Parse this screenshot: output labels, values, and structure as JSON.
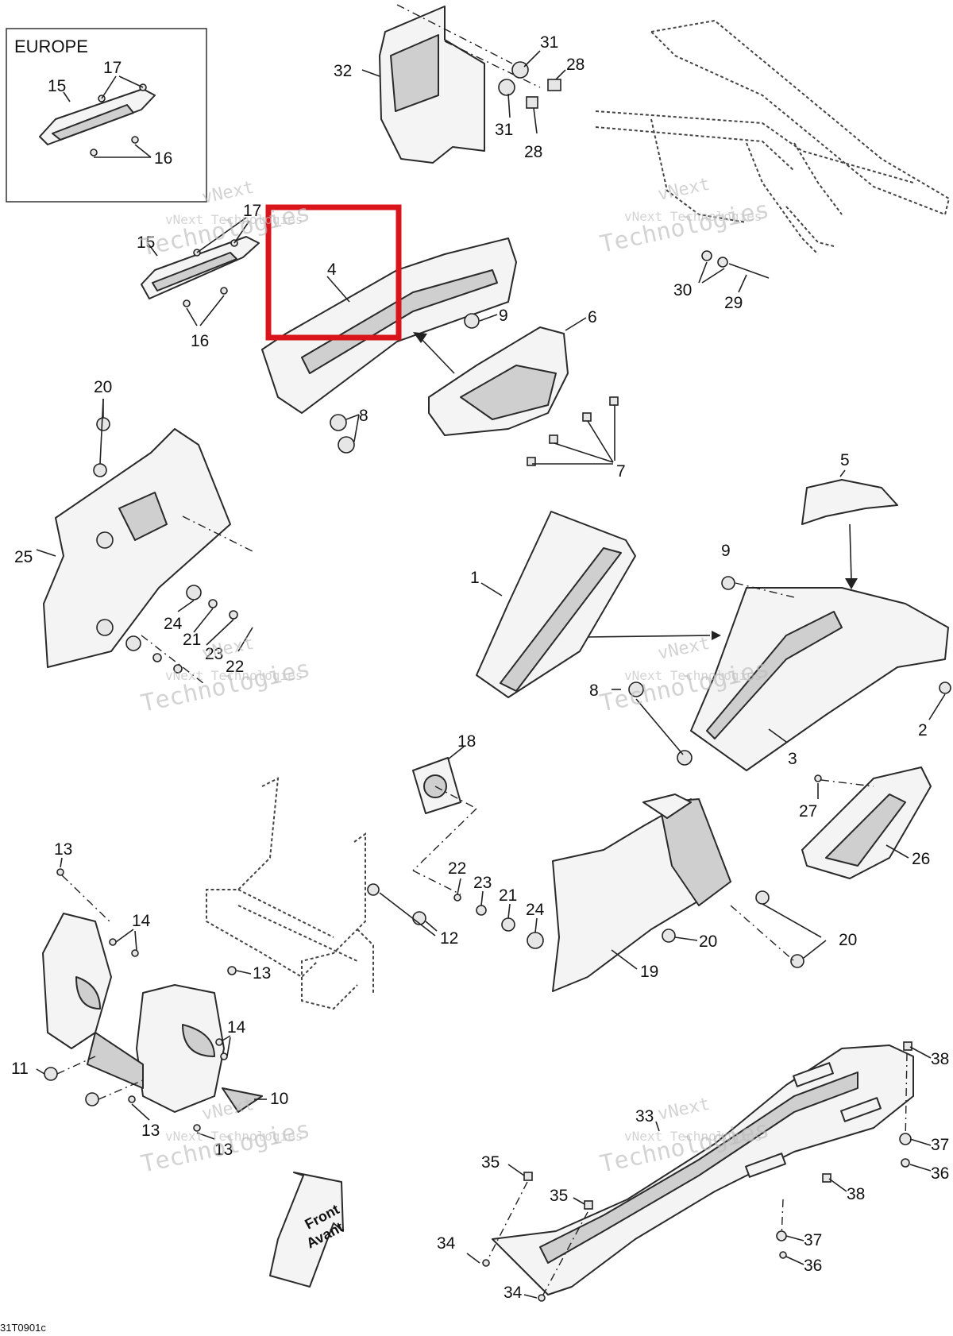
{
  "inset": {
    "title": "EUROPE",
    "callouts": [
      "17",
      "15",
      "16"
    ]
  },
  "callouts": {
    "c1": "1",
    "c2": "2",
    "c3": "3",
    "c4": "4",
    "c5": "5",
    "c6": "6",
    "c7": "7",
    "c8a": "8",
    "c8b": "8",
    "c9a": "9",
    "c9b": "9",
    "c10": "10",
    "c11": "11",
    "c12": "12",
    "c13a": "13",
    "c13b": "13",
    "c13c": "13",
    "c13d": "13",
    "c14a": "14",
    "c14b": "14",
    "c15": "15",
    "c16": "16",
    "c17": "17",
    "c18": "18",
    "c19": "19",
    "c20a": "20",
    "c20b": "20",
    "c20c": "20",
    "c21a": "21",
    "c21b": "21",
    "c22a": "22",
    "c22b": "22",
    "c23a": "23",
    "c23b": "23",
    "c24a": "24",
    "c24b": "24",
    "c25": "25",
    "c26": "26",
    "c27": "27",
    "c28a": "28",
    "c28b": "28",
    "c29": "29",
    "c30": "30",
    "c31a": "31",
    "c31b": "31",
    "c32": "32",
    "c33": "33",
    "c34a": "34",
    "c34b": "34",
    "c35a": "35",
    "c35b": "35",
    "c36a": "36",
    "c36b": "36",
    "c37a": "37",
    "c37b": "37",
    "c38a": "38",
    "c38b": "38"
  },
  "front_arrow": {
    "line1": "Front",
    "line2": "Avant"
  },
  "figure_code": "31T0901c",
  "watermark": {
    "line1": "vNext",
    "line2": "vNext Technologies",
    "line3": "Technologies"
  },
  "highlight": {
    "label_ref": "4",
    "color": "#d9141b"
  }
}
